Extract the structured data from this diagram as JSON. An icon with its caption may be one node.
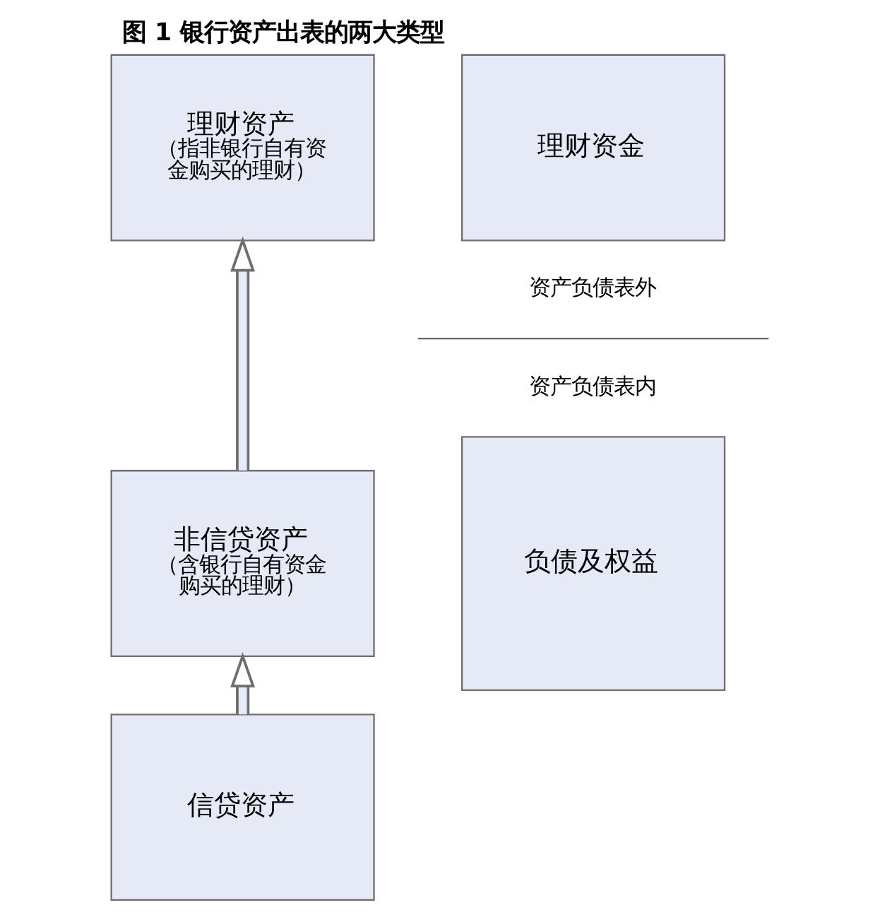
{
  "diagram": {
    "title": "图 1 银行资产出表的两大类型",
    "nodes": [
      {
        "text": [
          "理财资产",
          "（指非银行自有资金购买的理财）"
        ]
      },
      {
        "text": [
          "理财资金"
        ]
      },
      {
        "text": [
          "非信贷资产",
          "（含银行自有资金购买的理财）"
        ]
      },
      {
        "text": [
          "负债及权益"
        ]
      },
      {
        "text": [
          "信贷资产"
        ]
      }
    ],
    "edges": [
      {
        "from": 2,
        "to": 0,
        "arrow": "to"
      },
      {
        "from": 4,
        "to": 2,
        "arrow": "to"
      }
    ],
    "labels": [
      "资产负债表外",
      "资产负债表内"
    ]
  }
}
